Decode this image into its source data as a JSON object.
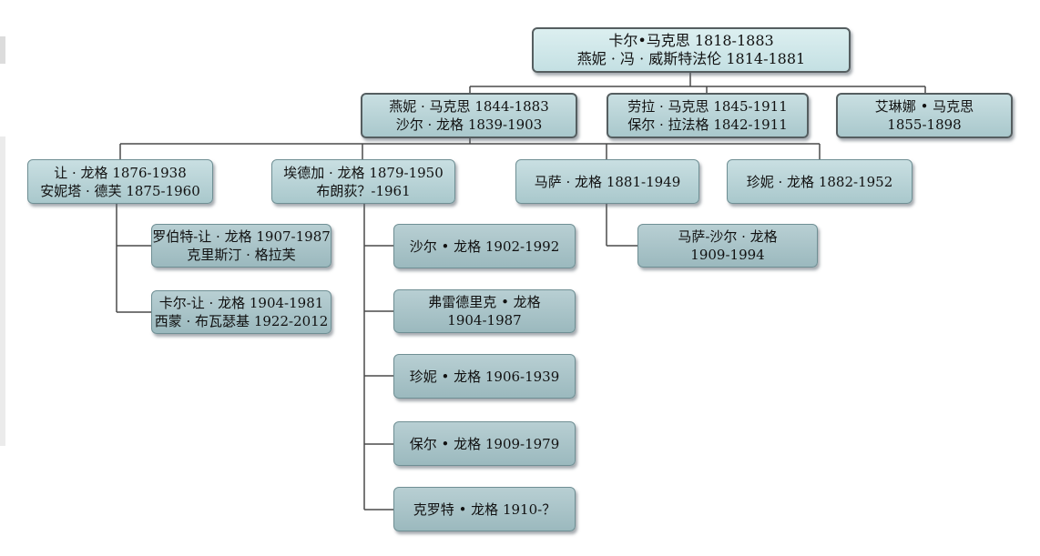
{
  "nodes": {
    "root": {
      "line1": "卡尔•马克思 1818-1883",
      "line2": "燕妮 · 冯 · 威斯特法伦 1814-1881"
    },
    "jenny_marx": {
      "line1": "燕妮 · 马克思 1844-1883",
      "line2": "沙尔 · 龙格 1839-1903"
    },
    "laura_marx": {
      "line1": "劳拉 · 马克思 1845-1911",
      "line2": "保尔 · 拉法格 1842-1911"
    },
    "eleanor_marx": {
      "line1": "艾琳娜 • 马克思",
      "line2": "1855-1898"
    },
    "jean_longuet": {
      "line1": "让 · 龙格 1876-1938",
      "line2": "安妮塔 · 德芙 1875-1960"
    },
    "edgar_longuet": {
      "line1": "埃德加 · 龙格 1879-1950",
      "line2": "布朗荻？-1961"
    },
    "marcel_longuet": {
      "line1": "马萨 · 龙格 1881-1949"
    },
    "jenny_longuet": {
      "line1": "珍妮 · 龙格 1882-1952"
    },
    "robert_jean_longuet": {
      "line1": "罗伯特-让 · 龙格 1907-1987",
      "line2": "克里斯汀 · 格拉芙"
    },
    "karl_jean_longuet": {
      "line1": "卡尔-让 · 龙格 1904-1981",
      "line2": "西蒙 · 布瓦瑟基 1922-2012"
    },
    "charles_longuet": {
      "line1": "沙尔 • 龙格 1902-1992"
    },
    "frederic_longuet": {
      "line1": "弗雷德里克 • 龙格",
      "line2": "1904-1987"
    },
    "jenny_longuet_2": {
      "line1": "珍妮 • 龙格 1906-1939"
    },
    "paul_longuet": {
      "line1": "保尔 • 龙格 1909-1979"
    },
    "claude_longuet": {
      "line1": "克罗特 • 龙格  1910-？"
    },
    "marcel_charles_longuet": {
      "line1": "马萨-沙尔 · 龙格",
      "line2": "1909-1994"
    }
  },
  "colors": {
    "node_fill_top": "#c9dfe2",
    "node_fill_bottom": "#a9c8cc",
    "node_border": "#6f8f94",
    "line": "#4a4a4a"
  }
}
